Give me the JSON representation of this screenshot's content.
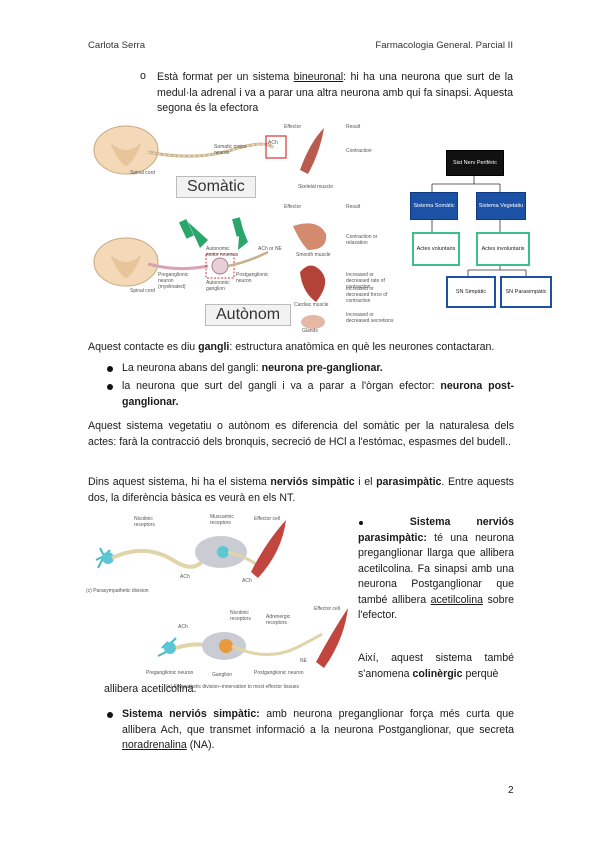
{
  "header": {
    "author": "Carlota Serra",
    "course": "Farmacologia General. Parcial II"
  },
  "intro_bullet": {
    "marker": "o",
    "pre": "Està format per un sistema ",
    "term": "bineuronal",
    "post": ": hi ha una neurona que surt de la medul·la adrenal i va a parar una altra neurona amb qui fa sinapsi. Aquesta segona és la efectora"
  },
  "figure1": {
    "label_somatic": "Somàtic",
    "label_autonom": "Autònom",
    "col_effector": "Effector",
    "col_result": "Result",
    "spinal_cord": "Spinal cord",
    "somatic_motor_neuron": "Somatic motor neuron",
    "ach": "ACh",
    "contraction": "Contraction",
    "skeletal_muscle": "Skeletal muscle",
    "smooth_muscle": "Smooth muscle",
    "cardiac_muscle": "Cardiac muscle",
    "glands": "Glands",
    "contraction_relaxation": "Contraction or relaxation",
    "inc_dec_rate": "Increased or decreased rate of contraction",
    "inc_dec_force": "Increased or decreased force of contraction",
    "inc_dec_secretion": "Increased or decreased secretions",
    "preganglionic": "Preganglionic neuron (myelinated)",
    "autonomic_ganglion": "Autonomic ganglion",
    "postganglionic": "Postganglionic neuron",
    "autonomic_motor": "Autonomic motor neurons",
    "ach_or_ne": "ACh or NE"
  },
  "orgchart": {
    "root": "Sist Nerv Perifèric",
    "l1": [
      "Sistema Somàtic",
      "Sistema Vegetatiu"
    ],
    "l2": [
      "Actes voluntaris",
      "Actes involuntaris"
    ],
    "l3": [
      "SN Simpàtic",
      "SN Parasimpàtic"
    ]
  },
  "ganglion_line": {
    "pre": "Aquest contacte es diu ",
    "term": "gangli",
    "post": ": estructura anatòmica en què les neurones contactaran."
  },
  "bullets_neuron": [
    {
      "pre": "La neurona abans del gangli: ",
      "term": "neurona pre-ganglionar."
    },
    {
      "pre": "la neurona que surt del gangli i va a parar a l'òrgan efector: ",
      "term": "neurona post-ganglionar."
    }
  ],
  "para_vegetatiu": "Aquest sistema vegetatiu o autònom es diferencia del somàtic per la naturalesa dels actes: farà la contracció dels bronquis, secreció de HCl a l'estómac, espasmes del budell..",
  "para_dins": {
    "pre": "Dins aquest sistema, hi ha el sistema ",
    "t1": "nerviós simpàtic",
    "mid": " i el ",
    "t2": "parasimpàtic",
    "post": ". Entre aquests dos, la diferència bàsica es veurà en els NT."
  },
  "figure2": {
    "nicotinic": "Nicotinic receptors",
    "muscarinic": "Muscarinic receptors",
    "effector_cell": "Effector cell",
    "ach": "ACh",
    "parasym_caption": "(c) Parasympathetic division",
    "adrenergic": "Adrenergic receptors",
    "ne": "NE",
    "pre_neuron": "Preganglionic neuron",
    "ganglion": "Ganglion",
    "post_neuron": "Postganglionic neuron",
    "sym_caption": "(a) Sympathetic division–innervation to most effector tissues"
  },
  "parasym": {
    "title": "Sistema nerviós parasimpàtic:",
    "text1": " té una neurona preganglionar llarga que allibera acetilcolina. Fa sinapsi amb una neurona Postganglionar que també allibera ",
    "ach_u": "acetilcolina",
    "text2": " sobre l'efector.",
    "aixi_pre": "Així, aquest sistema també s'anomena ",
    "colinergic": "colinèrgic",
    "aixi_post": " perquè",
    "aixi_cont": "allibera acetilcolina."
  },
  "simpatic": {
    "title": "Sistema nerviós simpàtic:",
    "text": " amb neurona preganglionar força més curta que allibera Ach, que transmet informació a la neurona Postganglionar, que secreta ",
    "na_u": "noradrenalina",
    "post": " (NA)."
  },
  "page_number": "2"
}
